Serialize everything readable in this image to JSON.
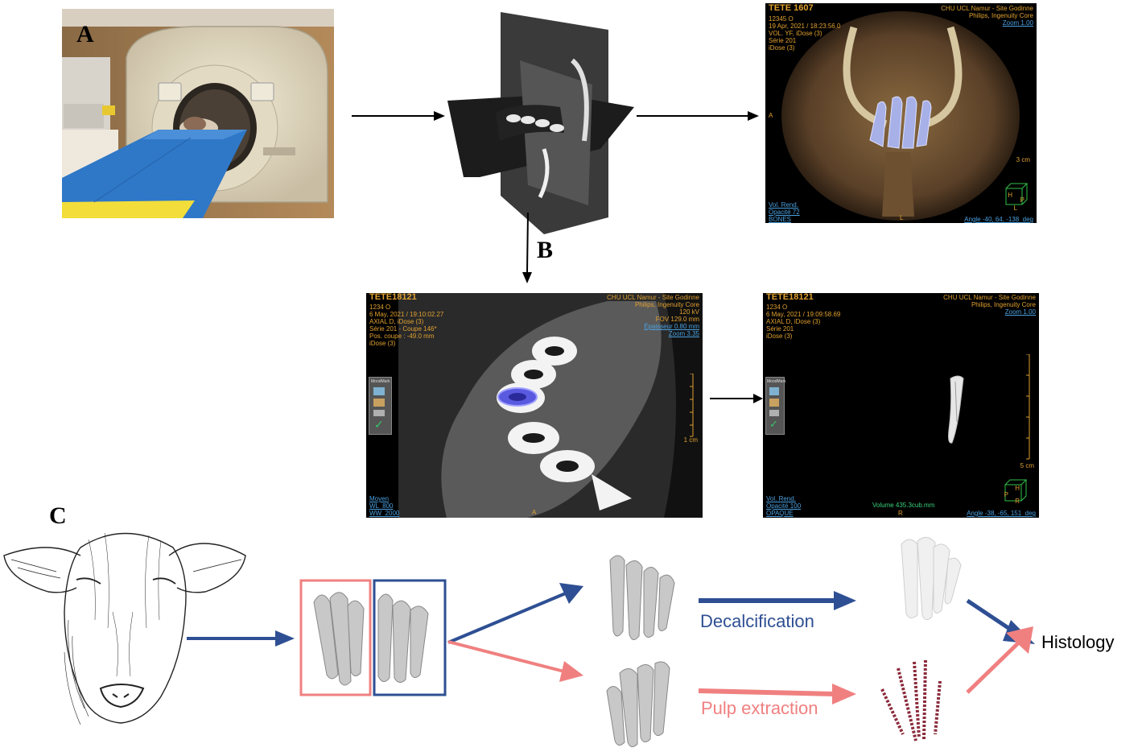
{
  "labels": {
    "a": "A",
    "b": "B",
    "c": "C"
  },
  "ct_3d": {
    "top_left": [
      "TETE 1607",
      "12345 O",
      "19 Apr, 2021 / 18:23:56.0",
      "VOL. YF, iDose (3)",
      "Série 201",
      "iDose (3)"
    ],
    "top_right": [
      "CHU UCL Namur - Site Godinne",
      "Philips, Ingenuity Core",
      "Zoom 1.00"
    ],
    "bottom_left": [
      "Vol. Rend.",
      "Opacité 72",
      "BONES"
    ],
    "bottom_right": "Angle -40, 64, -138  deg",
    "scale": "3 cm",
    "orient": {
      "left": "A",
      "bottom": "L",
      "h": "H",
      "p": "P",
      "l": "L"
    }
  },
  "ct_axial": {
    "top_left": [
      "TETE18121",
      "1234 O",
      "6 May, 2021 / 19:10:02.27",
      "AXIAL D, iDose (3)",
      "Série 201 - Coupe 146*",
      "Pos. coupe : -49.0 mm",
      "iDose (3)"
    ],
    "top_right": [
      "CHU UCL Namur - Site Godinne",
      "Philips, Ingenuity Core",
      "120 kV",
      "FOV 129.0 mm",
      "Épaisseur 0.80 mm",
      "Zoom 3.35"
    ],
    "bottom_left": [
      "Moyen",
      "WL  800",
      "WW  2000"
    ],
    "scale": "1 cm",
    "orient_bottom": "A",
    "tool_label": "MoodMark"
  },
  "ct_vol": {
    "top_left": [
      "TETE18121",
      "1234 O",
      "6 May, 2021 / 19:09:58.69",
      "AXIAL D, iDose (3)",
      "Série 201",
      "iDose (3)"
    ],
    "top_right": [
      "CHU UCL Namur - Site Godinne",
      "Philips, Ingenuity Core",
      "Zoom 1.00"
    ],
    "bottom_left": [
      "Vol. Rend.",
      "Opacité 100",
      "OPAQUE"
    ],
    "volume": "Volume 435.3cub.mm",
    "bottom_right": "Angle -38, -65, 151  deg",
    "scale": "5 cm",
    "orient": {
      "bottom": "R",
      "h": "H",
      "p": "P",
      "r": "R"
    },
    "tool_label": "MoodMark"
  },
  "flow": {
    "decalcification": "Decalcification",
    "pulp_extraction": "Pulp extraction",
    "histology": "Histology"
  },
  "colors": {
    "blue": "#2e4f93",
    "salmon": "#f08080"
  }
}
